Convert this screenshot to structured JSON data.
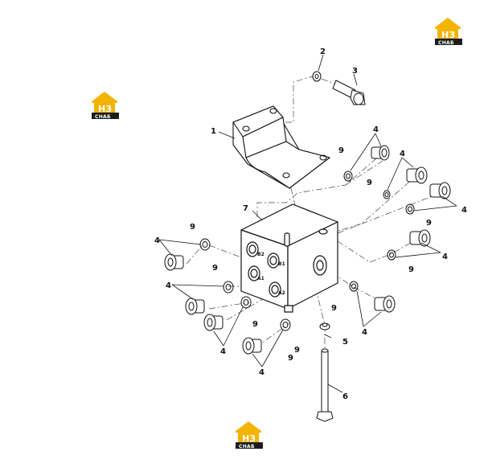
{
  "logo": {
    "letters": "НЗ",
    "caption": "СНАБ",
    "accent": "#f2b400",
    "dark": "#1c1c1c"
  },
  "callouts": {
    "c1": "1",
    "c2": "2",
    "c3": "3",
    "c4a": "4",
    "c4b": "4",
    "c4c": "4",
    "c4d": "4",
    "c4e": "4",
    "c4f": "4",
    "c4g": "4",
    "c4h": "4",
    "c4i": "4",
    "c5": "5",
    "c6": "6",
    "c7": "7",
    "c9a": "9",
    "c9b": "9",
    "c9c": "9",
    "c9d": "9",
    "c9e": "9",
    "c9f": "9",
    "c9g": "9",
    "c9h": "9",
    "c9i": "9",
    "c9j": "9"
  },
  "ports": {
    "p1": "A2",
    "p2": "B1",
    "p3": "B2",
    "p4": "A1"
  }
}
